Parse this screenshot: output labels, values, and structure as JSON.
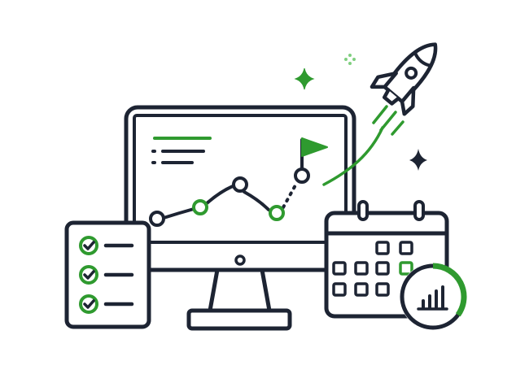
{
  "colors": {
    "outline": "#1d2433",
    "accent": "#2f9a2f",
    "accent_light": "#7fcf7f",
    "background": "#ffffff"
  },
  "illustration": {
    "monitor": {
      "icons": [
        "menu-lines-icon",
        "progress-line-icon",
        "goal-flag-icon"
      ]
    },
    "checklist": {
      "checked_items": 3
    },
    "calendar": {
      "highlighted_day_index": 5
    },
    "progress_gauge": {
      "fill_fraction": 0.35
    },
    "icons": [
      "rocket-icon",
      "sparkle-icon",
      "dots-icon",
      "bar-chart-icon",
      "check-circle-icon"
    ]
  }
}
